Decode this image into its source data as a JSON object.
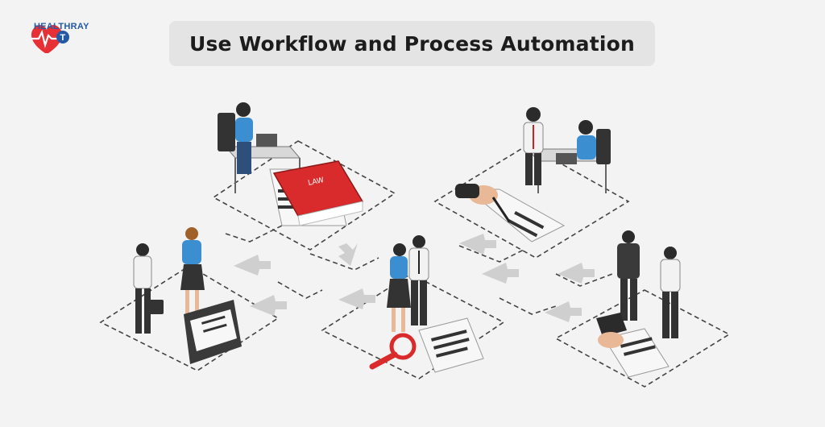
{
  "brand": {
    "name": "HEALTHRAY",
    "logo_icon": "heart-pulse-icon",
    "colors": {
      "heart": "#e63036",
      "text": "#2459a6"
    }
  },
  "header": {
    "title": "Use Workflow and Process Automation"
  },
  "illustration": {
    "book_label": "LAW",
    "colors": {
      "book": "#d92b2b",
      "shirt_blue": "#3b8fd0",
      "suit_dark": "#333333",
      "arrow": "#c8c8c8",
      "dashed_border": "#444444",
      "magnifier": "#d92b2b"
    }
  }
}
